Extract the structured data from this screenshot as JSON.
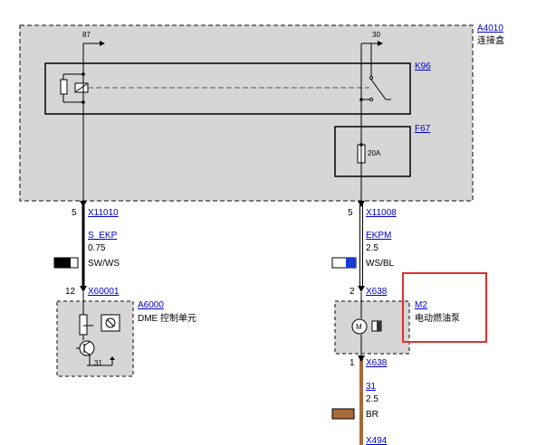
{
  "a4010": {
    "id": "A4010",
    "name": "连接盒",
    "pin_left": "87",
    "pin_right": "30"
  },
  "k96": {
    "id": "K96"
  },
  "f67": {
    "id": "F67",
    "rating": "20A"
  },
  "left_branch": {
    "top_pin": "5",
    "top_conn": "X11010",
    "signal": "S_EKP",
    "gauge": "0.75",
    "color": "SW/WS",
    "bottom_pin": "12",
    "bottom_conn": "X60001"
  },
  "right_branch": {
    "top_pin": "5",
    "top_conn": "X11008",
    "signal": "EKPM",
    "gauge": "2.5",
    "color": "WS/BL",
    "mid_pin": "2",
    "mid_conn": "X638",
    "lower_pin": "1",
    "lower_conn": "X638",
    "ground_signal": "31",
    "ground_gauge": "2.5",
    "ground_color": "BR",
    "end_conn": "X494"
  },
  "a6000": {
    "id": "A6000",
    "name": "DME 控制单元",
    "ground": "31"
  },
  "m2": {
    "id": "M2",
    "name": "电动燃油泵",
    "motor_symbol": "M"
  },
  "colors": {
    "box_fill": "#d6d6d6",
    "wire": "#000000",
    "brown_wire": "#a86a3a",
    "blue_band": "#1a3ad6",
    "highlight": "#e03030"
  }
}
